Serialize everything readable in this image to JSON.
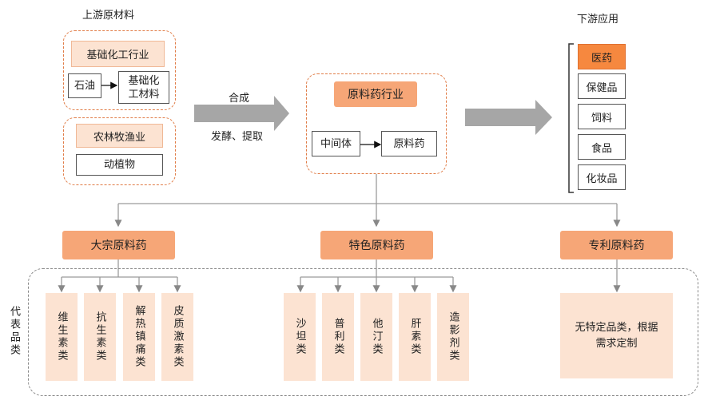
{
  "upstream": {
    "title": "上游原材料",
    "group1": {
      "header": "基础化工行业",
      "source": "石油",
      "target": "基础化\n工材料"
    },
    "group2": {
      "header": "农林牧渔业",
      "item": "动植物"
    }
  },
  "process": {
    "line1": "合成",
    "line2": "发酵、提取"
  },
  "center": {
    "header": "原料药行业",
    "left": "中间体",
    "right": "原料药"
  },
  "downstream": {
    "title": "下游应用",
    "items": [
      "医药",
      "保健品",
      "饲料",
      "食品",
      "化妆品"
    ]
  },
  "categories": {
    "bulk": "大宗原料药",
    "specialty": "特色原料药",
    "patent": "专利原料药"
  },
  "representative_label": "代表品类",
  "bulk_items": [
    "维生素类",
    "抗生素类",
    "解热镇痛类",
    "皮质激素类"
  ],
  "specialty_items": [
    "沙坦类",
    "普利类",
    "他汀类",
    "肝素类",
    "造影剂类"
  ],
  "patent_item": "无特定品类，根据\n需求定制",
  "colors": {
    "orange_dark": "#f6883f",
    "orange": "#f6a677",
    "peach": "#fce3d2",
    "dash_orange": "#e07b45",
    "arrow_grey": "#a6a6a6",
    "connector_grey": "#9a9a9a"
  }
}
